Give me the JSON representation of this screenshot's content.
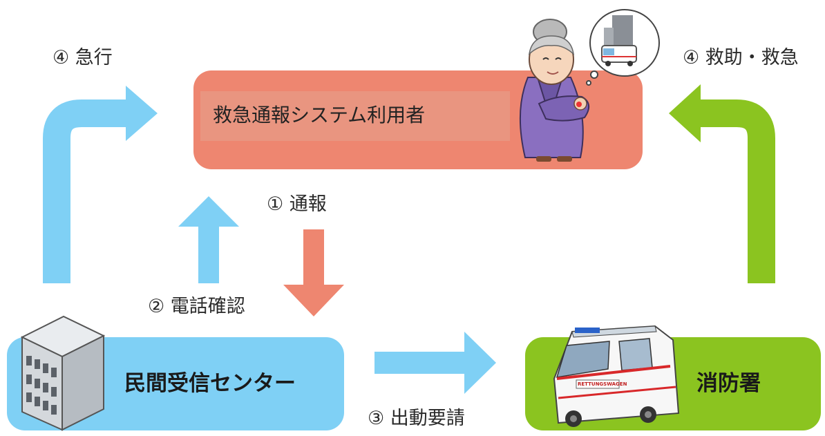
{
  "colors": {
    "blue": "#7fd0f5",
    "orange": "#ee8670",
    "green": "#8bc420",
    "user_box_inner": "#e99580"
  },
  "user": {
    "label": "救急通報システム利用者"
  },
  "center": {
    "label": "民間受信センター"
  },
  "fire": {
    "label": "消防署"
  },
  "steps": {
    "s1": "① 通報",
    "s2": "② 電話確認",
    "s3": "③ 出動要請",
    "s4_left": "④ 急行",
    "s4_right": "④ 救助・救急"
  },
  "ambulance": {
    "plate_text": "RETTUNGSWAGEN"
  }
}
